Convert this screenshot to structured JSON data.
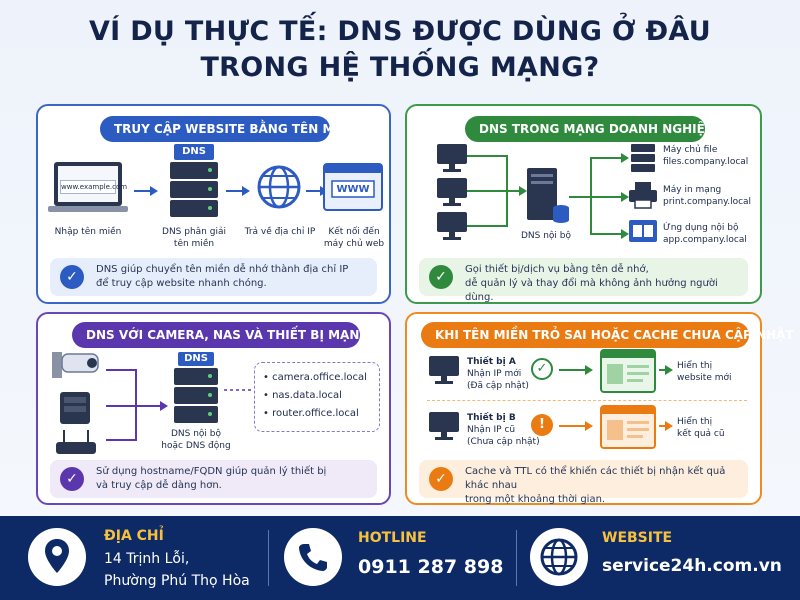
{
  "title": {
    "line1": "VÍ DỤ THỰC TẾ: DNS ĐƯỢC DÙNG Ở ĐÂU",
    "line2": "TRONG HỆ THỐNG MẠNG?"
  },
  "panel1": {
    "title": "TRUY CẬP WEBSITE BẰNG TÊN MIỀN",
    "browser_text": "www.example.com",
    "dns_tag": "DNS",
    "www_text": "WWW",
    "step1": "Nhập tên miền",
    "step2a": "DNS phân giải",
    "step2b": "tên miền",
    "step3": "Trả về địa chỉ IP",
    "step4a": "Kết nối đến",
    "step4b": "máy chủ web",
    "note_line1": "DNS giúp chuyển tên miền dễ nhớ thành địa chỉ IP",
    "note_line2": "để truy cập website nhanh chóng."
  },
  "panel2": {
    "title": "DNS TRONG MẠNG DOANH NGHIỆP",
    "dns_label": "DNS nội bộ",
    "targets": [
      {
        "name": "Máy chủ file",
        "host": "files.company.local"
      },
      {
        "name": "Máy in mạng",
        "host": "print.company.local"
      },
      {
        "name": "Ứng dụng nội bộ",
        "host": "app.company.local"
      }
    ],
    "note_line1": "Gọi thiết bị/dịch vụ bằng tên dễ nhớ,",
    "note_line2": "dễ quản lý và thay đổi mà không ảnh hưởng người dùng."
  },
  "panel3": {
    "title": "DNS VỚI CAMERA, NAS VÀ THIẾT BỊ MẠNG",
    "dns_tag": "DNS",
    "dns_label1": "DNS nội bộ",
    "dns_label2": "hoặc DNS động",
    "hosts": [
      "camera.office.local",
      "nas.data.local",
      "router.office.local"
    ],
    "note_line1": "Sử dụng hostname/FQDN giúp quản lý thiết bị",
    "note_line2": "và truy cập dễ dàng hơn."
  },
  "panel4": {
    "title": "KHI TÊN MIỀN TRỎ SAI HOẶC CACHE CHƯA CẬP NHẬT",
    "deviceA": {
      "name": "Thiết bị A",
      "ip": "Nhận IP mới",
      "status": "(Đã cập nhật)",
      "result1": "Hiển thị",
      "result2": "website mới"
    },
    "deviceB": {
      "name": "Thiết bị B",
      "ip": "Nhận IP cũ",
      "status": "(Chưa cập nhật)",
      "result1": "Hiển thị",
      "result2": "kết quả cũ"
    },
    "note_line1": "Cache và TTL có thể khiến các thiết bị nhận kết quả khác nhau",
    "note_line2": "trong một khoảng thời gian."
  },
  "footer": {
    "address_label": "ĐỊA CHỈ",
    "address_line1": "14 Trịnh Lỗi,",
    "address_line2": "Phường Phú Thọ Hòa",
    "hotline_label": "HOTLINE",
    "hotline": "0911 287 898",
    "website_label": "WEBSITE",
    "website": "service24h.com.vn"
  },
  "colors": {
    "blue": "#2c5bc2",
    "green": "#2f8a3e",
    "purple": "#5b37ad",
    "orange": "#ea7b12",
    "navy": "#0e2a66",
    "gold": "#f6c23e"
  }
}
